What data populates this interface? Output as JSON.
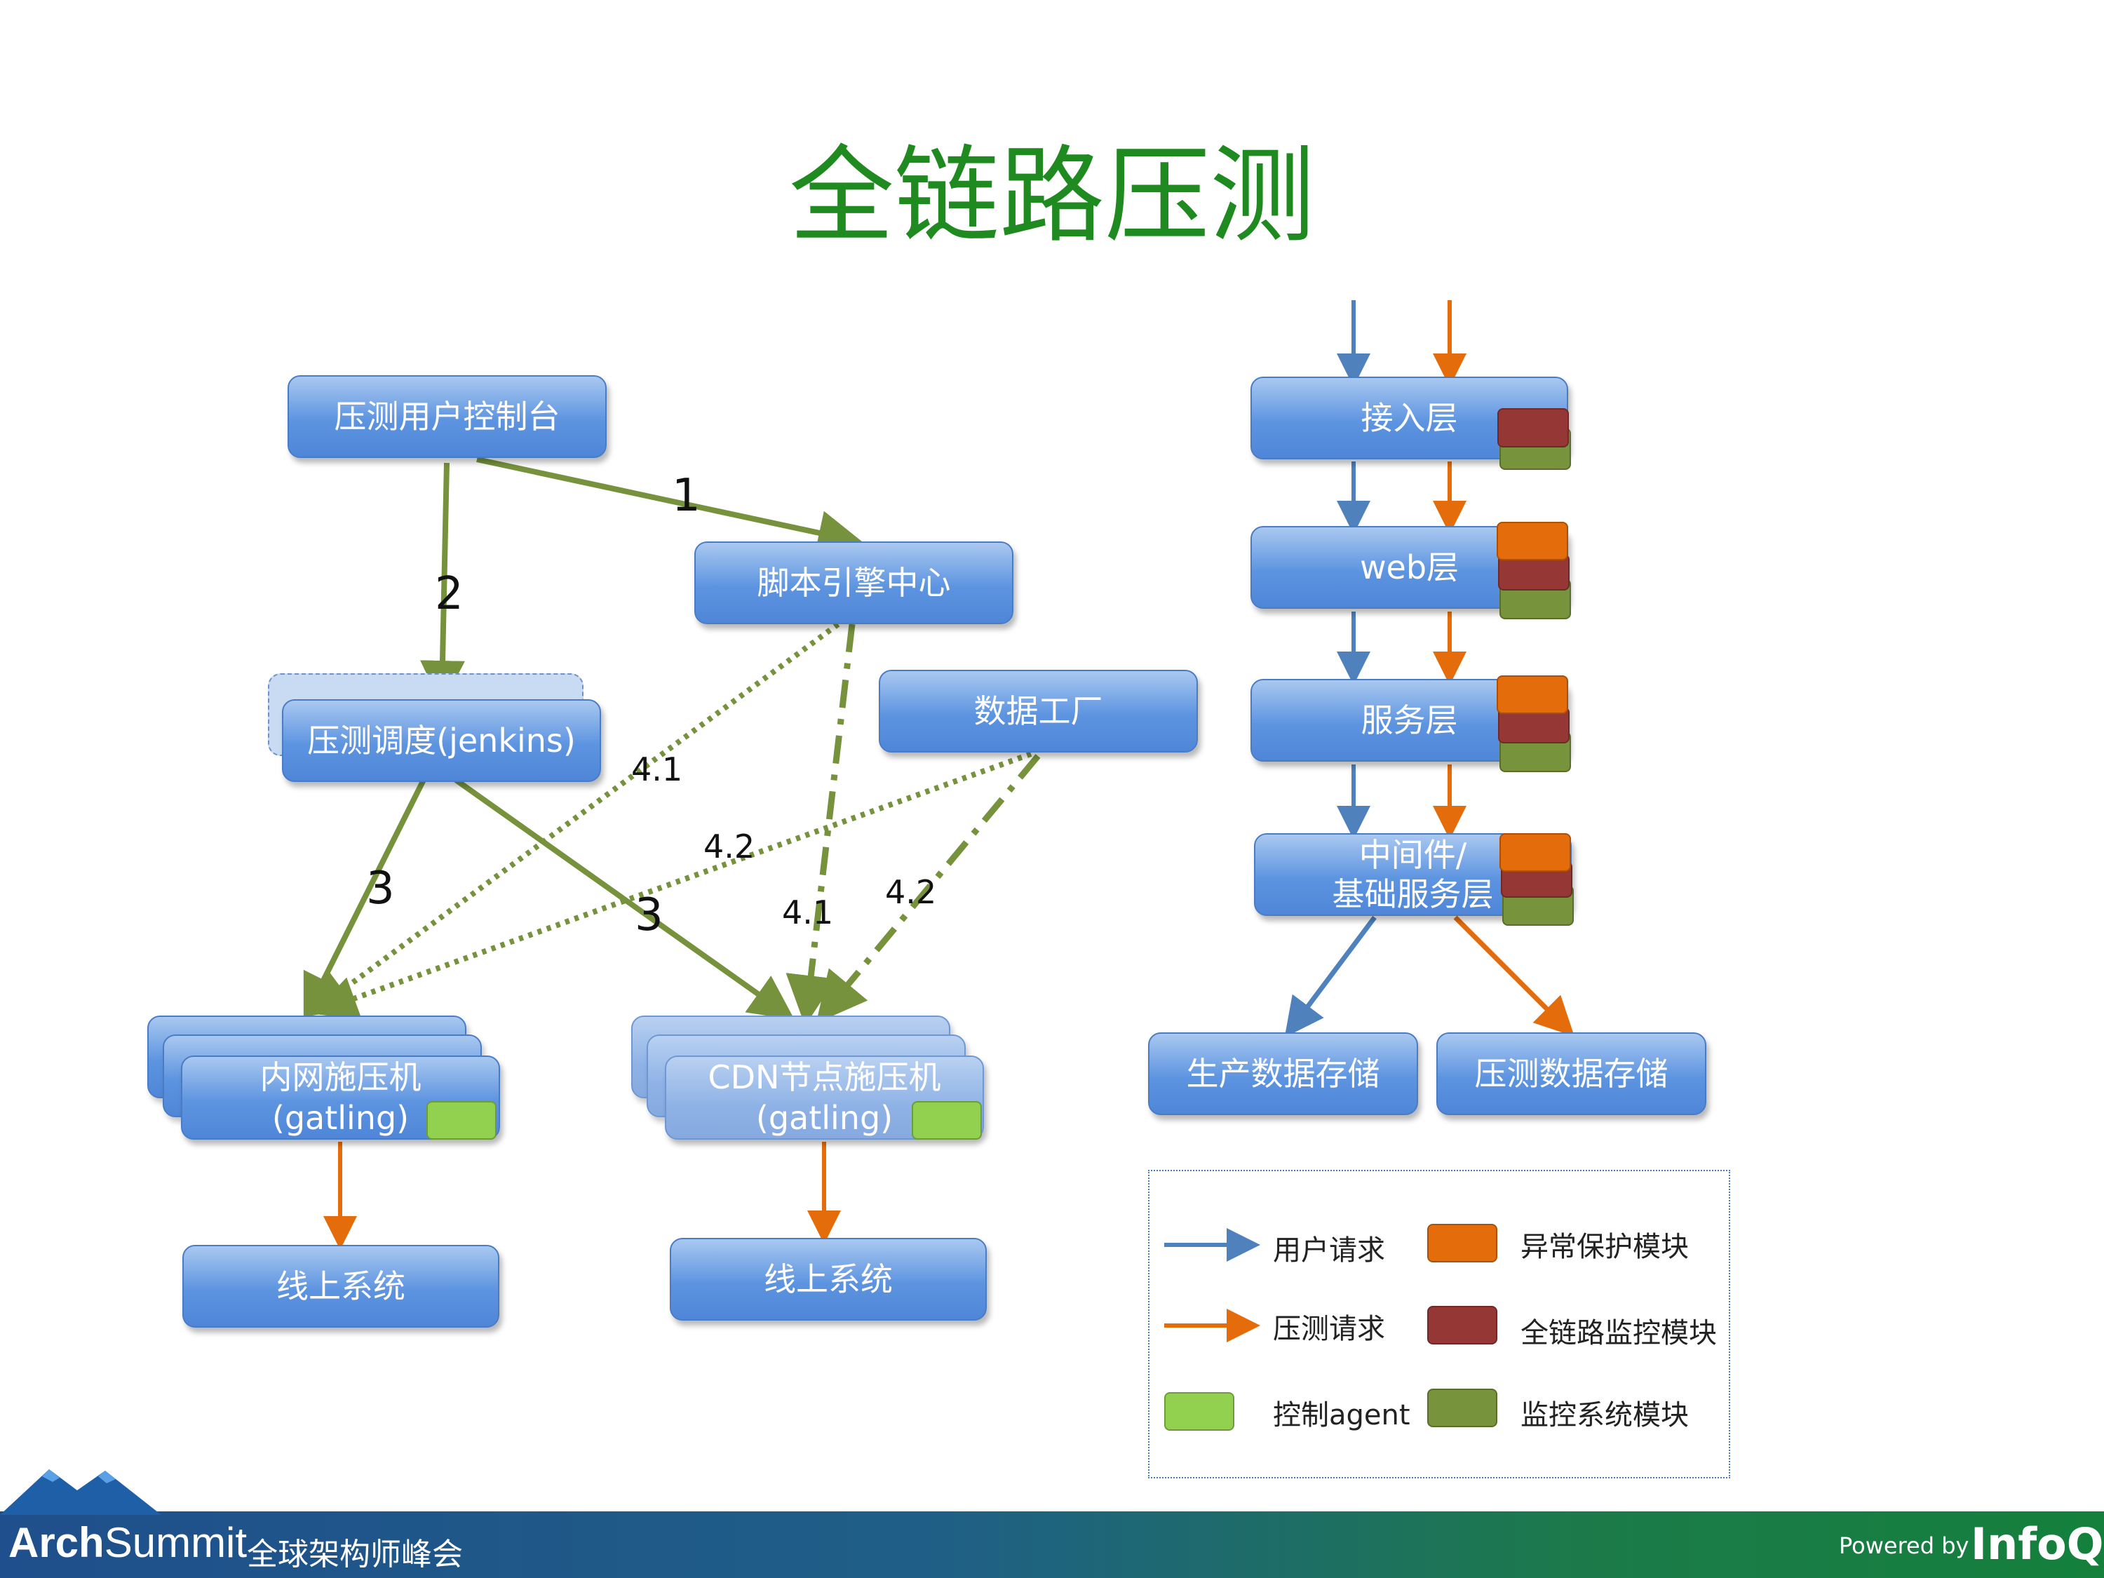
{
  "title": "全链路压测",
  "left": {
    "console": "压测用户控制台",
    "script_engine": "脚本引擎中心",
    "scheduler": "压测调度(jenkins)",
    "data_factory": "数据工厂",
    "intranet_load": [
      "内网施压机",
      "(gatling)"
    ],
    "cdn_load": [
      "CDN节点施压机",
      "(gatling)"
    ],
    "online_1": "线上系统",
    "online_2": "线上系统",
    "labels": {
      "one": "1",
      "two": "2",
      "three_a": "3",
      "three_b": "3",
      "l41_a": "4.1",
      "l42_a": "4.2",
      "l41_b": "4.1",
      "l42_b": "4.2"
    }
  },
  "right": {
    "access": "接入层",
    "web": "web层",
    "service": "服务层",
    "middleware": [
      "中间件/",
      "基础服务层"
    ],
    "prod_storage": "生产数据存储",
    "test_storage": "压测数据存储"
  },
  "legend": {
    "user_request": "用户请求",
    "test_request": "压测请求",
    "control_agent": "控制agent",
    "exception_module": "异常保护模块",
    "monitor_module": "全链路监控模块",
    "monitor_system": "监控系统模块"
  },
  "colors": {
    "user_arrow": "#4f81bd",
    "test_arrow": "#e46c0a",
    "flow_arrow": "#76923c",
    "exception": "#e46c0a",
    "monitor": "#953735",
    "monitor_system": "#77933c",
    "agent": "#92d050"
  },
  "footer": {
    "logo_bold": "Arch",
    "logo_rest": "Summit",
    "logo_sub": "全球架构师峰会",
    "powered": "Powered by",
    "infoq": "InfoQ"
  }
}
